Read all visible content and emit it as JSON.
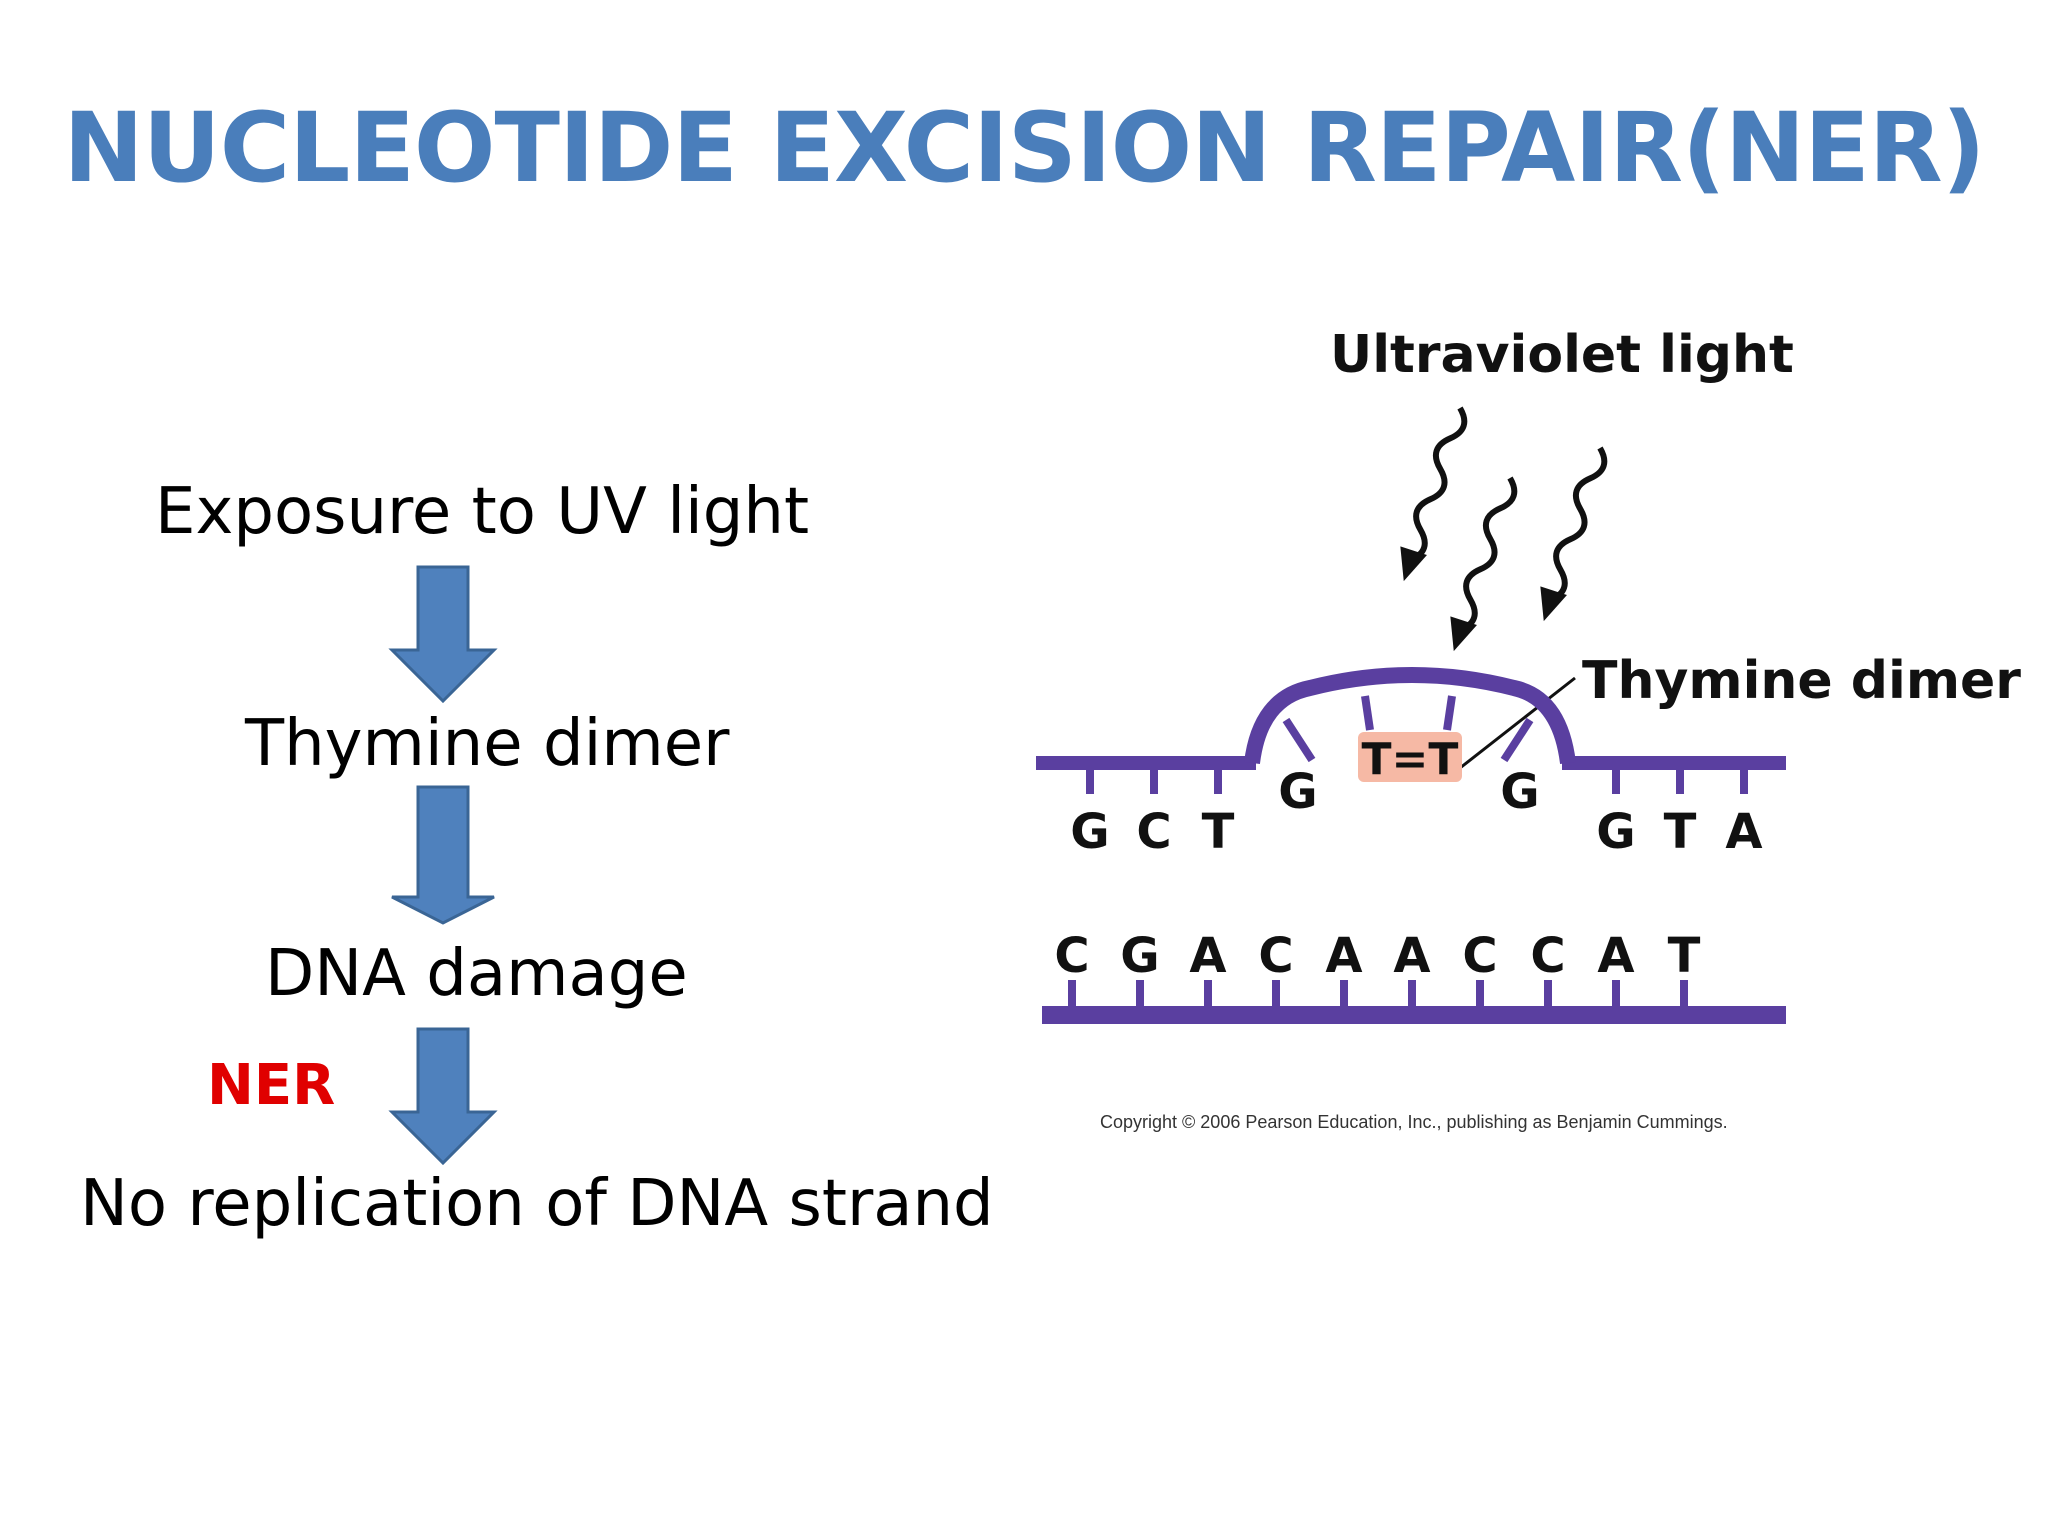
{
  "slide": {
    "title": "NUCLEOTIDE EXCISION REPAIR(NER)",
    "title_color": "#4a7ebb",
    "arrow_color": "#4f81bd",
    "arrow_stroke": "#3a6595"
  },
  "flow": {
    "steps": [
      "Exposure to UV light",
      "Thymine dimer",
      "DNA damage",
      "No replication of DNA strand"
    ],
    "ner_label": "NER",
    "ner_color": "#e00000"
  },
  "illustration": {
    "uv_label": "Ultraviolet light",
    "dimer_label": "Thymine dimer",
    "dimer_bases": "T=T",
    "top_strand_left": [
      "G",
      "C",
      "T"
    ],
    "top_strand_left_bulge": "G",
    "top_strand_right_bulge": "G",
    "top_strand_right": [
      "G",
      "T",
      "A"
    ],
    "bottom_strand": [
      "C",
      "G",
      "A",
      "C",
      "A",
      "A",
      "C",
      "C",
      "A",
      "T"
    ],
    "copyright": "Copyright © 2006 Pearson Education, Inc., publishing as Benjamin Cummings.",
    "strand_color": "#5a3fa0",
    "dimer_highlight": "#f6b9a5"
  }
}
